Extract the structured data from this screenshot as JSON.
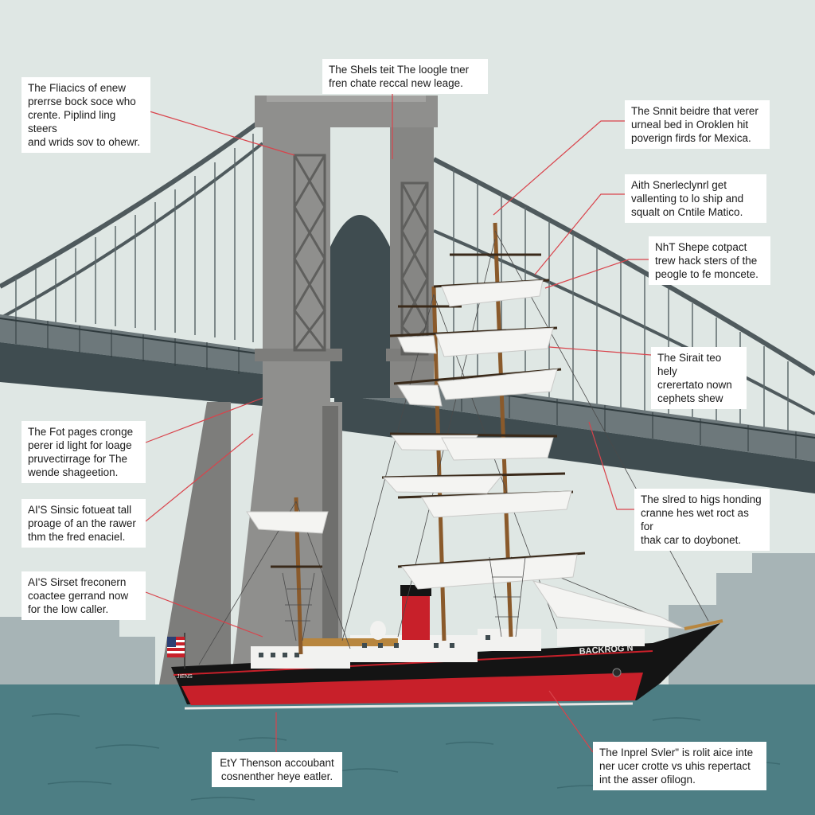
{
  "colors": {
    "sky": "#dfe7e4",
    "bridge_stone": "#8f8f8d",
    "bridge_steel": "#4f5a5d",
    "deck_underside": "#3f4c50",
    "water": "#4d7e84",
    "hull_black": "#141414",
    "hull_red": "#c8202a",
    "sail": "#f4f4f2",
    "leader_line": "#d9434b"
  },
  "callouts": [
    {
      "id": "c1",
      "lines": [
        "The Fliacics of enew",
        "prerrse bock soce who",
        "crente. Piplind ling steers",
        "and wrids sov to ohewr."
      ]
    },
    {
      "id": "c2",
      "lines": [
        "The Shels teit The loogle tner",
        "fren chate reccal new leage."
      ]
    },
    {
      "id": "c3",
      "lines": [
        "The Snnit beidre that verer",
        "urneal bed in Oroklen hit",
        "poverign firds for Mexica."
      ]
    },
    {
      "id": "c4",
      "lines": [
        "Aith Snerleclynrl get",
        "vallenting to lo ship and",
        "squalt on Cntile Matico."
      ]
    },
    {
      "id": "c5",
      "lines": [
        "NhT Shepe cotpact",
        "trew hack sters of the",
        "peogle to fe moncete."
      ]
    },
    {
      "id": "c6",
      "lines": [
        "The Sirait teo hely",
        "crerertato nown",
        "cephets shew"
      ]
    },
    {
      "id": "c7",
      "lines": [
        "The Fot pages cronge",
        "perer id light for loage",
        "pruvectirrage for   The",
        "wende shageetion."
      ]
    },
    {
      "id": "c8",
      "lines": [
        "AI'S Sinsic fotueat tall",
        "proage of an the rawer",
        "thm the fred enaciel."
      ]
    },
    {
      "id": "c9",
      "lines": [
        "The slred to higs honding",
        "cranne hes wet roct as for",
        "thak car to doybonet."
      ]
    },
    {
      "id": "c10",
      "lines": [
        "AI'S Sirset freconern",
        "coactee gerrand now",
        "for the low caller."
      ]
    },
    {
      "id": "c11",
      "lines": [
        "EtY Thenson accoubant",
        "cosnenther heye eatler."
      ]
    },
    {
      "id": "c12",
      "lines": [
        "The Inprel Svler\" is rolit aice inte",
        "ner ucer crotte vs uhis repertact",
        "int the asser ofilogn."
      ]
    }
  ],
  "ship": {
    "hull_name": "BACKROG N",
    "stern_text": "JIENS",
    "flag": "us-flag-icon"
  }
}
